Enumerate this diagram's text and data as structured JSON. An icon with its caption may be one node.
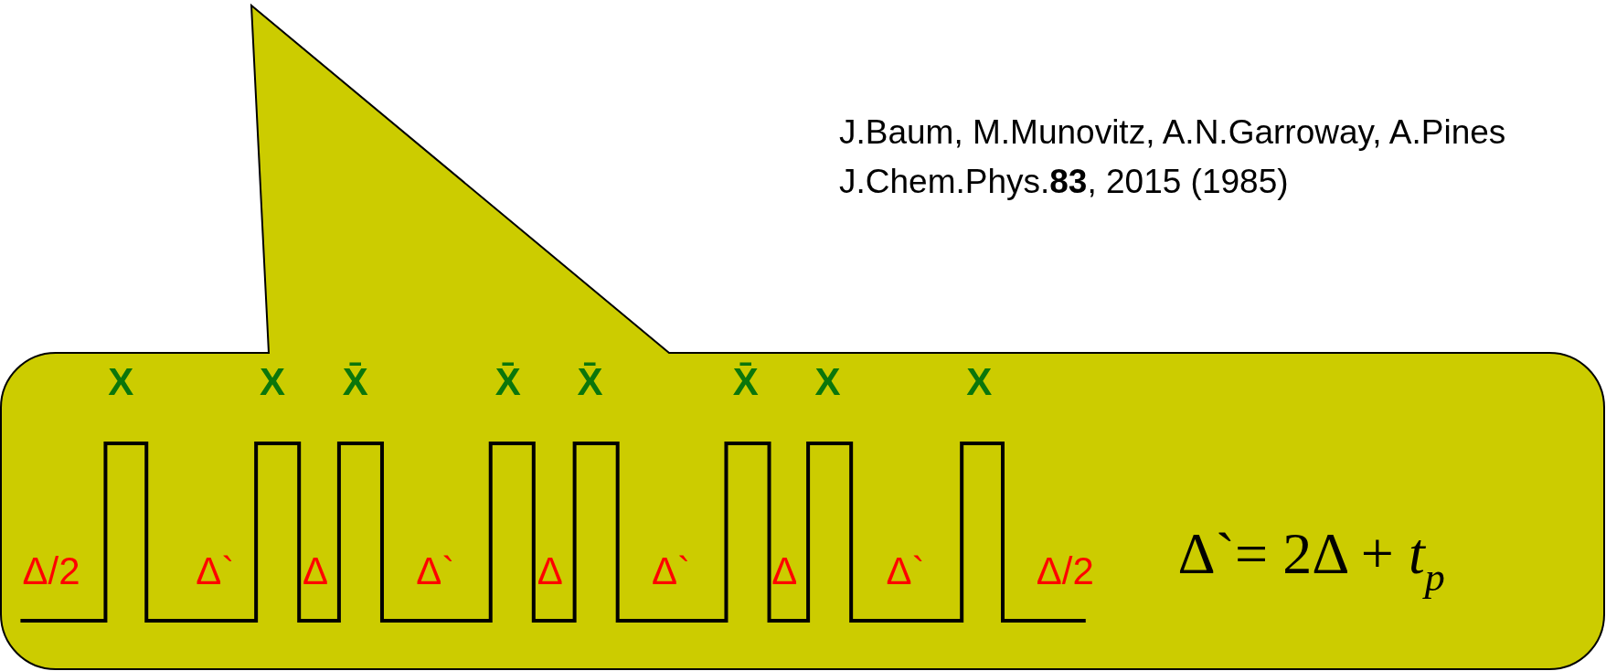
{
  "diagram": {
    "nodes": [
      {
        "text": [
          "X",
          "X",
          "X̄",
          "X̄",
          "X̄",
          "X̄",
          "X",
          "X",
          "Δ/2",
          "Δ`",
          "Δ",
          "Δ`",
          "Δ",
          "Δ`",
          "Δ",
          "Δ`",
          "Δ/2",
          "Δ`= 2Δ + *t*$_{p}$"
        ]
      }
    ],
    "edges": [],
    "labels": [
      "J.Baum, M.Munovitz, A.N.Garroway, A.Pines",
      "J.Chem.Phys.**83**, 2015 (1985)"
    ]
  }
}
